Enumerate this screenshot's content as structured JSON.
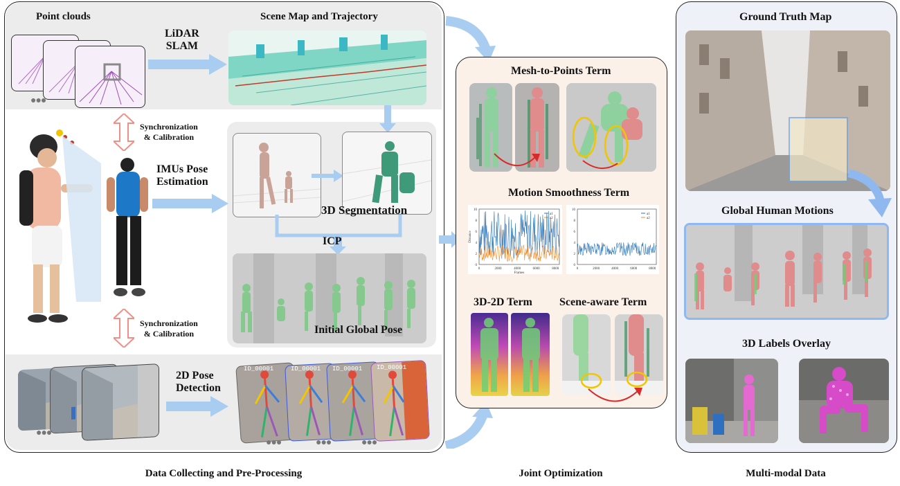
{
  "colors": {
    "arrow_blue": "#a9cdf0",
    "sync_red": "#f4a7a2",
    "panel_gray": "#ececec",
    "joint_bg": "#fbf1e8",
    "multimodal_bg": "#eef1f8",
    "human_green": "#7fc98a",
    "human_pink": "#e08c8c"
  },
  "collect": {
    "point_clouds": "Point clouds",
    "lidar_slam": "LiDAR\nSLAM",
    "scene_map": "Scene Map and Trajectory",
    "sync1": "Synchronization\n& Calibration",
    "sync2": "Synchronization\n& Calibration",
    "imu_pose": "IMUs Pose\nEstimation",
    "seg3d": "3D Segmentation",
    "icp": "ICP",
    "initial_pose": "Initial Global Pose",
    "pose2d": "2D Pose\nDetection",
    "id_labels": [
      "ID_00001",
      "ID_00001",
      "ID_00001",
      "ID_00001"
    ],
    "dots": "●●●"
  },
  "joint": {
    "mesh_to_points": "Mesh-to-Points Term",
    "motion_smoothness": "Motion Smoothness Term",
    "term_3d2d": "3D-2D Term",
    "scene_aware": "Scene-aware Term"
  },
  "multimodal": {
    "ground_truth": "Ground Truth Map",
    "global_motions": "Global Human Motions",
    "labels_overlay": "3D Labels Overlay"
  },
  "captions": {
    "left": "Data Collecting and Pre-Processing",
    "middle": "Joint Optimization",
    "right": "Multi-modal Data"
  },
  "chart_data": [
    {
      "type": "line",
      "xlabel": "Frames",
      "ylabel": "Distance",
      "x_ticks": [
        "0",
        "2000",
        "4000",
        "6000",
        "8000"
      ],
      "y_ticks": [
        "0",
        "2",
        "4",
        "6",
        "8",
        "10"
      ],
      "ylim": [
        0,
        10
      ],
      "legend": [
        "a1",
        "a2"
      ],
      "legend_position": "top-right"
    },
    {
      "type": "line",
      "x_ticks": [
        "0",
        "2000",
        "4000",
        "6000",
        "8000"
      ],
      "y_ticks": [
        "0",
        "2",
        "4",
        "6",
        "8",
        "10"
      ],
      "ylim": [
        0,
        10
      ],
      "legend": [
        "a1",
        "a2"
      ],
      "legend_position": "top-right"
    }
  ]
}
